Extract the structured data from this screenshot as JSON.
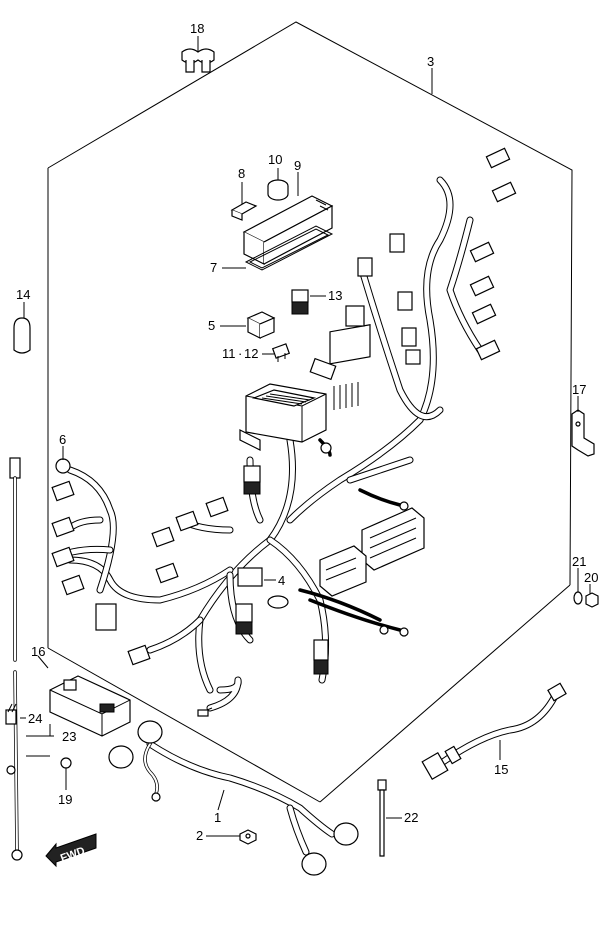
{
  "diagram": {
    "fwd_label": "FWD",
    "callouts": [
      {
        "id": "c1",
        "text": "1"
      },
      {
        "id": "c2",
        "text": "2"
      },
      {
        "id": "c3",
        "text": "3"
      },
      {
        "id": "c4",
        "text": "4"
      },
      {
        "id": "c5",
        "text": "5"
      },
      {
        "id": "c6",
        "text": "6"
      },
      {
        "id": "c7",
        "text": "7"
      },
      {
        "id": "c8",
        "text": "8"
      },
      {
        "id": "c9",
        "text": "9"
      },
      {
        "id": "c10",
        "text": "10"
      },
      {
        "id": "c11",
        "text": "11"
      },
      {
        "id": "c12",
        "text": "12"
      },
      {
        "id": "c13",
        "text": "13"
      },
      {
        "id": "c14",
        "text": "14"
      },
      {
        "id": "c15",
        "text": "15"
      },
      {
        "id": "c16",
        "text": "16"
      },
      {
        "id": "c17",
        "text": "17"
      },
      {
        "id": "c18",
        "text": "18"
      },
      {
        "id": "c19",
        "text": "19"
      },
      {
        "id": "c20",
        "text": "20"
      },
      {
        "id": "c21",
        "text": "21"
      },
      {
        "id": "c22",
        "text": "22"
      },
      {
        "id": "c23",
        "text": "23"
      },
      {
        "id": "c24",
        "text": "24"
      }
    ]
  }
}
